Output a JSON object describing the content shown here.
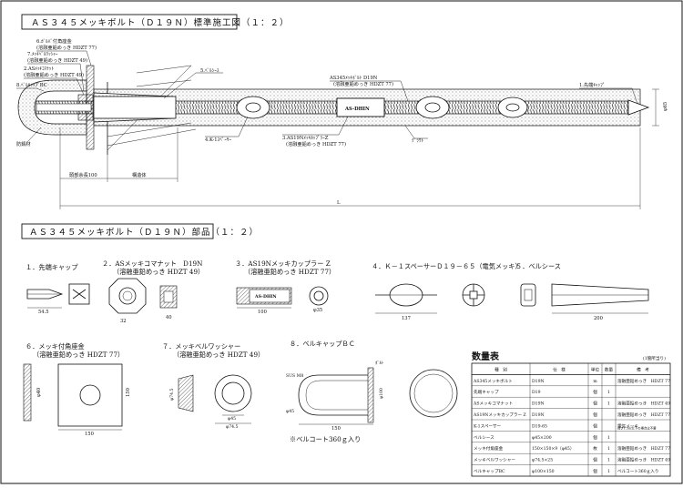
{
  "section1": {
    "title": "ＡＳ３４５メッキボルト（Ｄ１９Ｎ）標準施工図（１：２）",
    "labels": {
      "c6": "6.ｶﾞﾙﾊﾞ付角座金",
      "c6sub": "(溶融亜鉛めっき HDZT 77)",
      "c7": "7.ﾒｯｷﾍﾞﾙﾜｯｼｬｰ",
      "c7sub": "(溶融亜鉛めっき HDZT 49)",
      "c2": "2.ASﾒｯｷｺﾏﾅｯﾄ",
      "c2sub": "(溶融亜鉛めっき HDZT 49)",
      "c8": "8.ﾍﾞﾙｷｬｯﾌﾟBC",
      "c5": "5.ﾍﾞﾙｼｰｽ",
      "c4": "4.K-1ｽﾍﾟｰｻｰ",
      "c3": "3.AS19NﾒｯｷｶｯﾌﾟﾗｰZ",
      "c3sub": "(溶融亜鉛めっき HDZT 77)",
      "c1": "1.先端ｷｬｯﾌﾟ",
      "bolt": "AS345ﾒｯｷﾎﾞﾙﾄ D19N",
      "boltsub": "(溶融亜鉛めっき HDZT 77)",
      "grout": "ｸﾞﾗｳﾄ",
      "rust": "防錆材",
      "dia": "φ65",
      "dim1": "頭部余長100",
      "dim2": "構造体",
      "dimL": "L",
      "brand": "AS-DHIN"
    }
  },
  "section2": {
    "title": "ＡＳ３４５メッキボルト（Ｄ１９Ｎ）部品（１：２）",
    "parts": {
      "p1": "１．先端キャップ",
      "p1d": "54.5",
      "p2": "２．ASメッキコマナット　D19N",
      "p2sub": "（溶融亜鉛めっき HDZT 49）",
      "p2d1": "32",
      "p2d2": "40",
      "p3": "３．AS19Nメッキカップラー Z",
      "p3sub": "（溶融亜鉛めっき HDZT 77）",
      "p3d1": "100",
      "p3d2": "φ35",
      "p4": "４．Ｋ－１スペーサーＤ１９－６５（電気メッキ）",
      "p4d": "137",
      "p5": "５．ベルシース",
      "p5d": "200",
      "p6": "６．メッキ付角座金",
      "p6sub": "（溶融亜鉛めっき HDZT 77）",
      "p6d1": "150",
      "p6d2": "150",
      "p6d3": "φ40",
      "p7": "７．メッキベルワッシャー",
      "p7sub": "（溶融亜鉛めっき HDZT 49）",
      "p7d1": "φ74.5",
      "p7d2": "φ45",
      "p7d3": "φ74.5",
      "p8": "８．ベルキャップＢＣ",
      "p8sus": "SUS M8",
      "p8d1": "150",
      "p8d2": "φ100",
      "p8d3": "φ45",
      "p8note": "ﾎﾞﾙﾄ",
      "p8coat": "※ベルコート360ｇ入り"
    }
  },
  "table": {
    "title": "数量表",
    "unit": "(1箇所当り)",
    "headers": [
      "種　別",
      "仕　様",
      "単位",
      "数量",
      "備　考"
    ],
    "rows": [
      [
        "AS345メッキボルト",
        "D19N",
        "m",
        "",
        "溶融亜鉛めっき　HDZT 77"
      ],
      [
        "先端キャップ",
        "D19",
        "個",
        "1",
        ""
      ],
      [
        "ASメッキコマナット",
        "D19N",
        "個",
        "1",
        "溶融亜鉛めっき　HDZT 49"
      ],
      [
        "AS19Nメッキカップラー Z",
        "D19N",
        "個",
        "",
        "溶融亜鉛めっき　HDZT 77"
      ],
      [
        "K-1スペーサー",
        "D19-65",
        "個",
        "",
        "電気メッキ"
      ],
      [
        "ベルシース",
        "φ45×200",
        "個",
        "1",
        ""
      ],
      [
        "メッキ付角座金",
        "150×150×9（φ45）",
        "枚",
        "1",
        "溶融亜鉛めっき　HDZT 77"
      ],
      [
        "メッキベルワッシャー",
        "φ74.5×25",
        "個",
        "1",
        "溶融亜鉛めっき　HDZT 49"
      ],
      [
        "ベルキャップBC",
        "φ100×150",
        "個",
        "1",
        "ベルコート360ｇ入り"
      ]
    ],
    "row4_note": "長さ1.5m以下の場合は不要"
  }
}
